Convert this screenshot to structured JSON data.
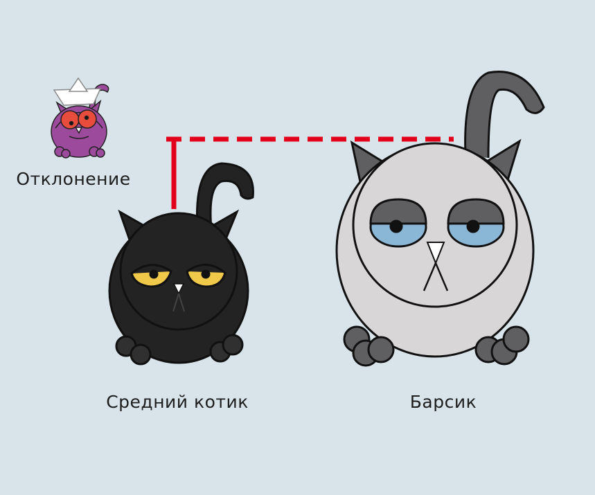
{
  "labels": {
    "deviation": "Отклонение",
    "average_cat": "Средний котик",
    "barsik": "Барсик"
  },
  "colors": {
    "background": "#d9e4ea",
    "deviation_line": "#e3001b",
    "black_cat": "#1f1f1f",
    "grey_cat": "#d8d6d7",
    "purple_cat": "#9c4a9c"
  }
}
